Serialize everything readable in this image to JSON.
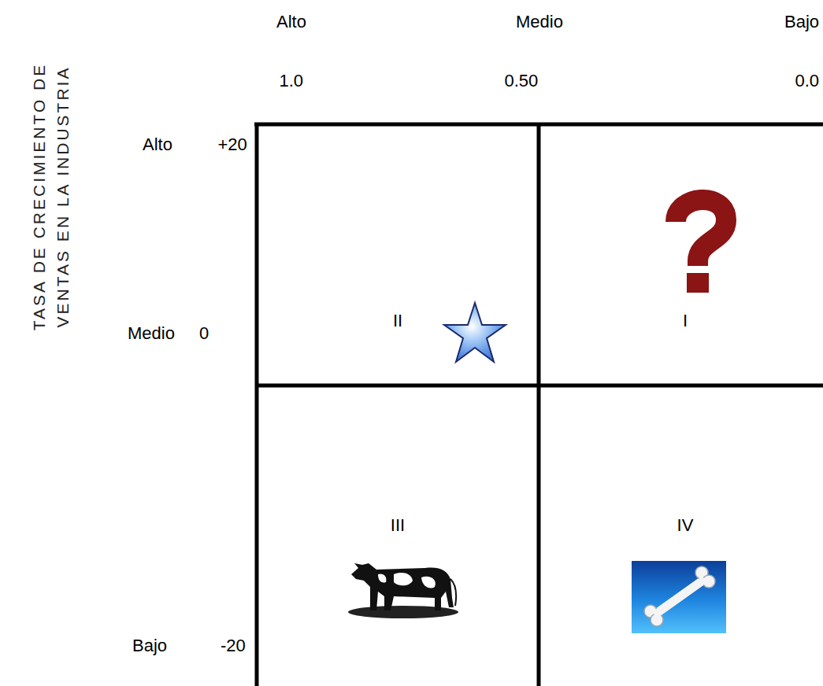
{
  "diagram": {
    "nodes": [
      {
        "text": [
          "II"
        ]
      },
      {
        "text": [
          "I"
        ]
      },
      {
        "text": [
          "III"
        ]
      },
      {
        "text": [
          "IV"
        ]
      }
    ],
    "labels": [
      "TASA DE CRECIMIENTO DE VENTAS EN LA INDUSTRIA",
      "Alto",
      "Medio",
      "Bajo",
      "1.0",
      "0.50",
      "0.0",
      "Alto",
      "+20",
      "Medio",
      "0",
      "Bajo",
      "-20"
    ]
  }
}
